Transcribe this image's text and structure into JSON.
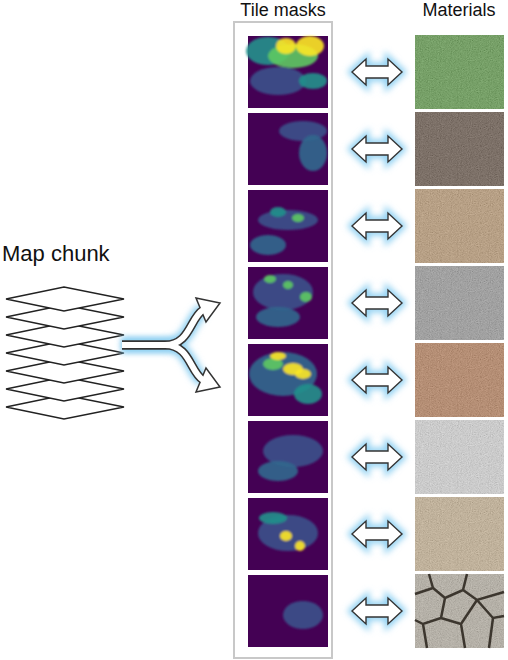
{
  "diagram": {
    "labels": [
      "Map chunk",
      "Tile masks",
      "Materials"
    ]
  }
}
